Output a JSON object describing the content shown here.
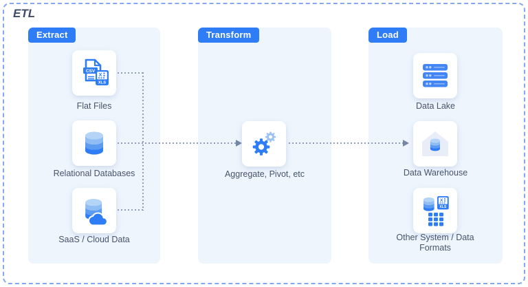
{
  "title": "ETL",
  "colors": {
    "accent_blue": "#2e7cf6",
    "icon_blue": "#2f7df6",
    "icon_light_blue": "#9cc2f2",
    "panel_background": "#eef5fd",
    "frame_border": "#84a7ee",
    "connector": "#8e9cba",
    "label_text": "#46536a"
  },
  "panels": [
    {
      "label": "Extract",
      "items": [
        {
          "label": "Flat Files",
          "icon": "csv-xls-file-icon"
        },
        {
          "label": "Relational Databases",
          "icon": "database-cylinder-icon"
        },
        {
          "label": "SaaS / Cloud Data",
          "icon": "database-cloud-icon"
        }
      ]
    },
    {
      "label": "Transform",
      "items": [
        {
          "label": "Aggregate, Pivot, etc",
          "icon": "gears-icon"
        }
      ]
    },
    {
      "label": "Load",
      "items": [
        {
          "label": "Data Lake",
          "icon": "server-stack-icon"
        },
        {
          "label": "Data Warehouse",
          "icon": "warehouse-database-icon"
        },
        {
          "label": "Other System / Data Formats",
          "icon": "database-xls-grid-icon"
        }
      ]
    }
  ],
  "connections": [
    {
      "from": "Flat Files",
      "to": "Aggregate, Pivot, etc",
      "style": "dotted-elbow"
    },
    {
      "from": "Relational Databases",
      "to": "Aggregate, Pivot, etc",
      "style": "dotted-arrow"
    },
    {
      "from": "SaaS / Cloud Data",
      "to": "Aggregate, Pivot, etc",
      "style": "dotted-elbow"
    },
    {
      "from": "Aggregate, Pivot, etc",
      "to": "Data Warehouse",
      "style": "dotted-arrow"
    }
  ]
}
